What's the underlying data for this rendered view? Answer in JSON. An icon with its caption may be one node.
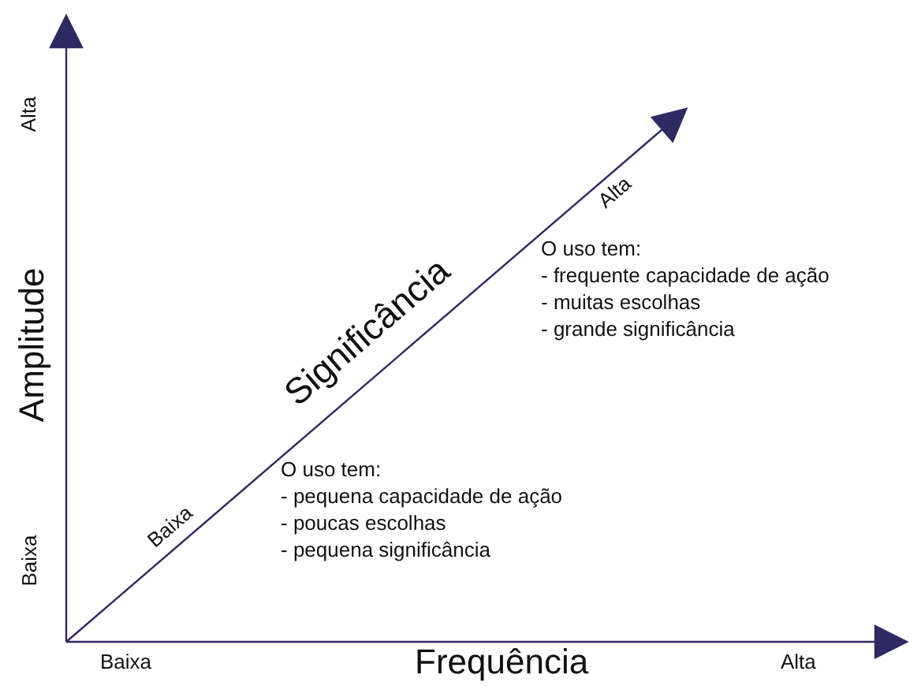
{
  "diagram": {
    "labels": [
      "Alta",
      "Alta",
      "Significância",
      "O uso tem:",
      "- frequente capacidade de ação",
      "- muitas escolhas",
      "- grande significância",
      "Amplitude",
      "Baixa",
      "O uso tem:",
      "- pequena capacidade de ação",
      "- poucas escolhas",
      "- pequena significância",
      "Baixa",
      "Baixa",
      "Frequência",
      "Alta"
    ]
  }
}
